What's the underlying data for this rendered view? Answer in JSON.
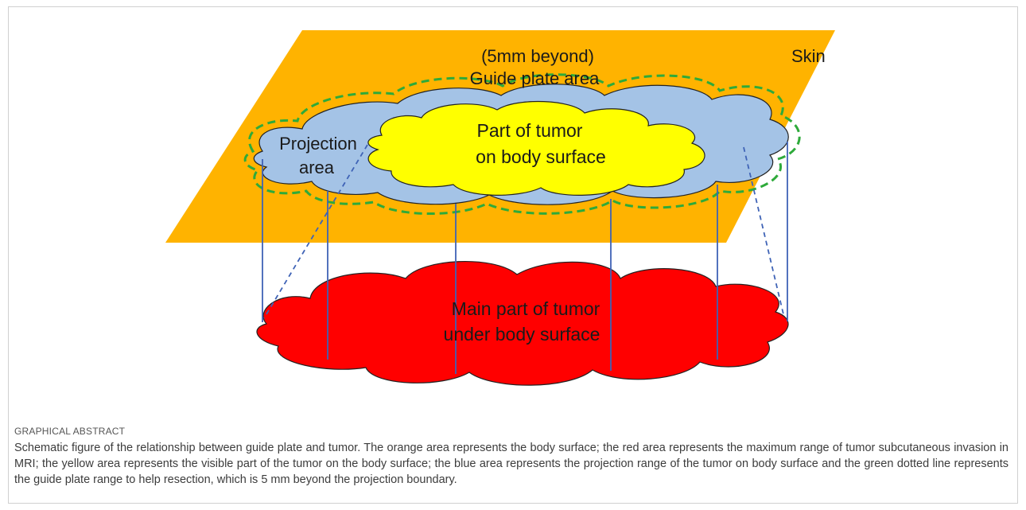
{
  "labels": {
    "guide_plate_line1": "(5mm beyond)",
    "guide_plate_line2": "Guide plate area",
    "skin": "Skin",
    "projection_line1": "Projection",
    "projection_line2": "area",
    "surface_tumor_line1": "Part of tumor",
    "surface_tumor_line2": "on body surface",
    "main_tumor_line1": "Main part of tumor",
    "main_tumor_line2": "under body surface"
  },
  "colors": {
    "skin": "#FFB300",
    "projection": "#A4C3E6",
    "surface_tumor": "#FFFF00",
    "main_tumor": "#FF0000",
    "guide_plate": "#2EAA3A",
    "connector": "#3F63B6"
  },
  "caption": {
    "heading": "GRAPHICAL ABSTRACT",
    "text": "Schematic figure of the relationship between guide plate and tumor. The orange area represents the body surface; the red area represents the maximum range of tumor subcutaneous invasion in MRI; the yellow area represents the visible part of the tumor on the body surface; the blue area represents the projection range of the tumor on body surface and the green dotted line represents the guide plate range to help resection, which is 5 mm beyond the projection boundary."
  }
}
